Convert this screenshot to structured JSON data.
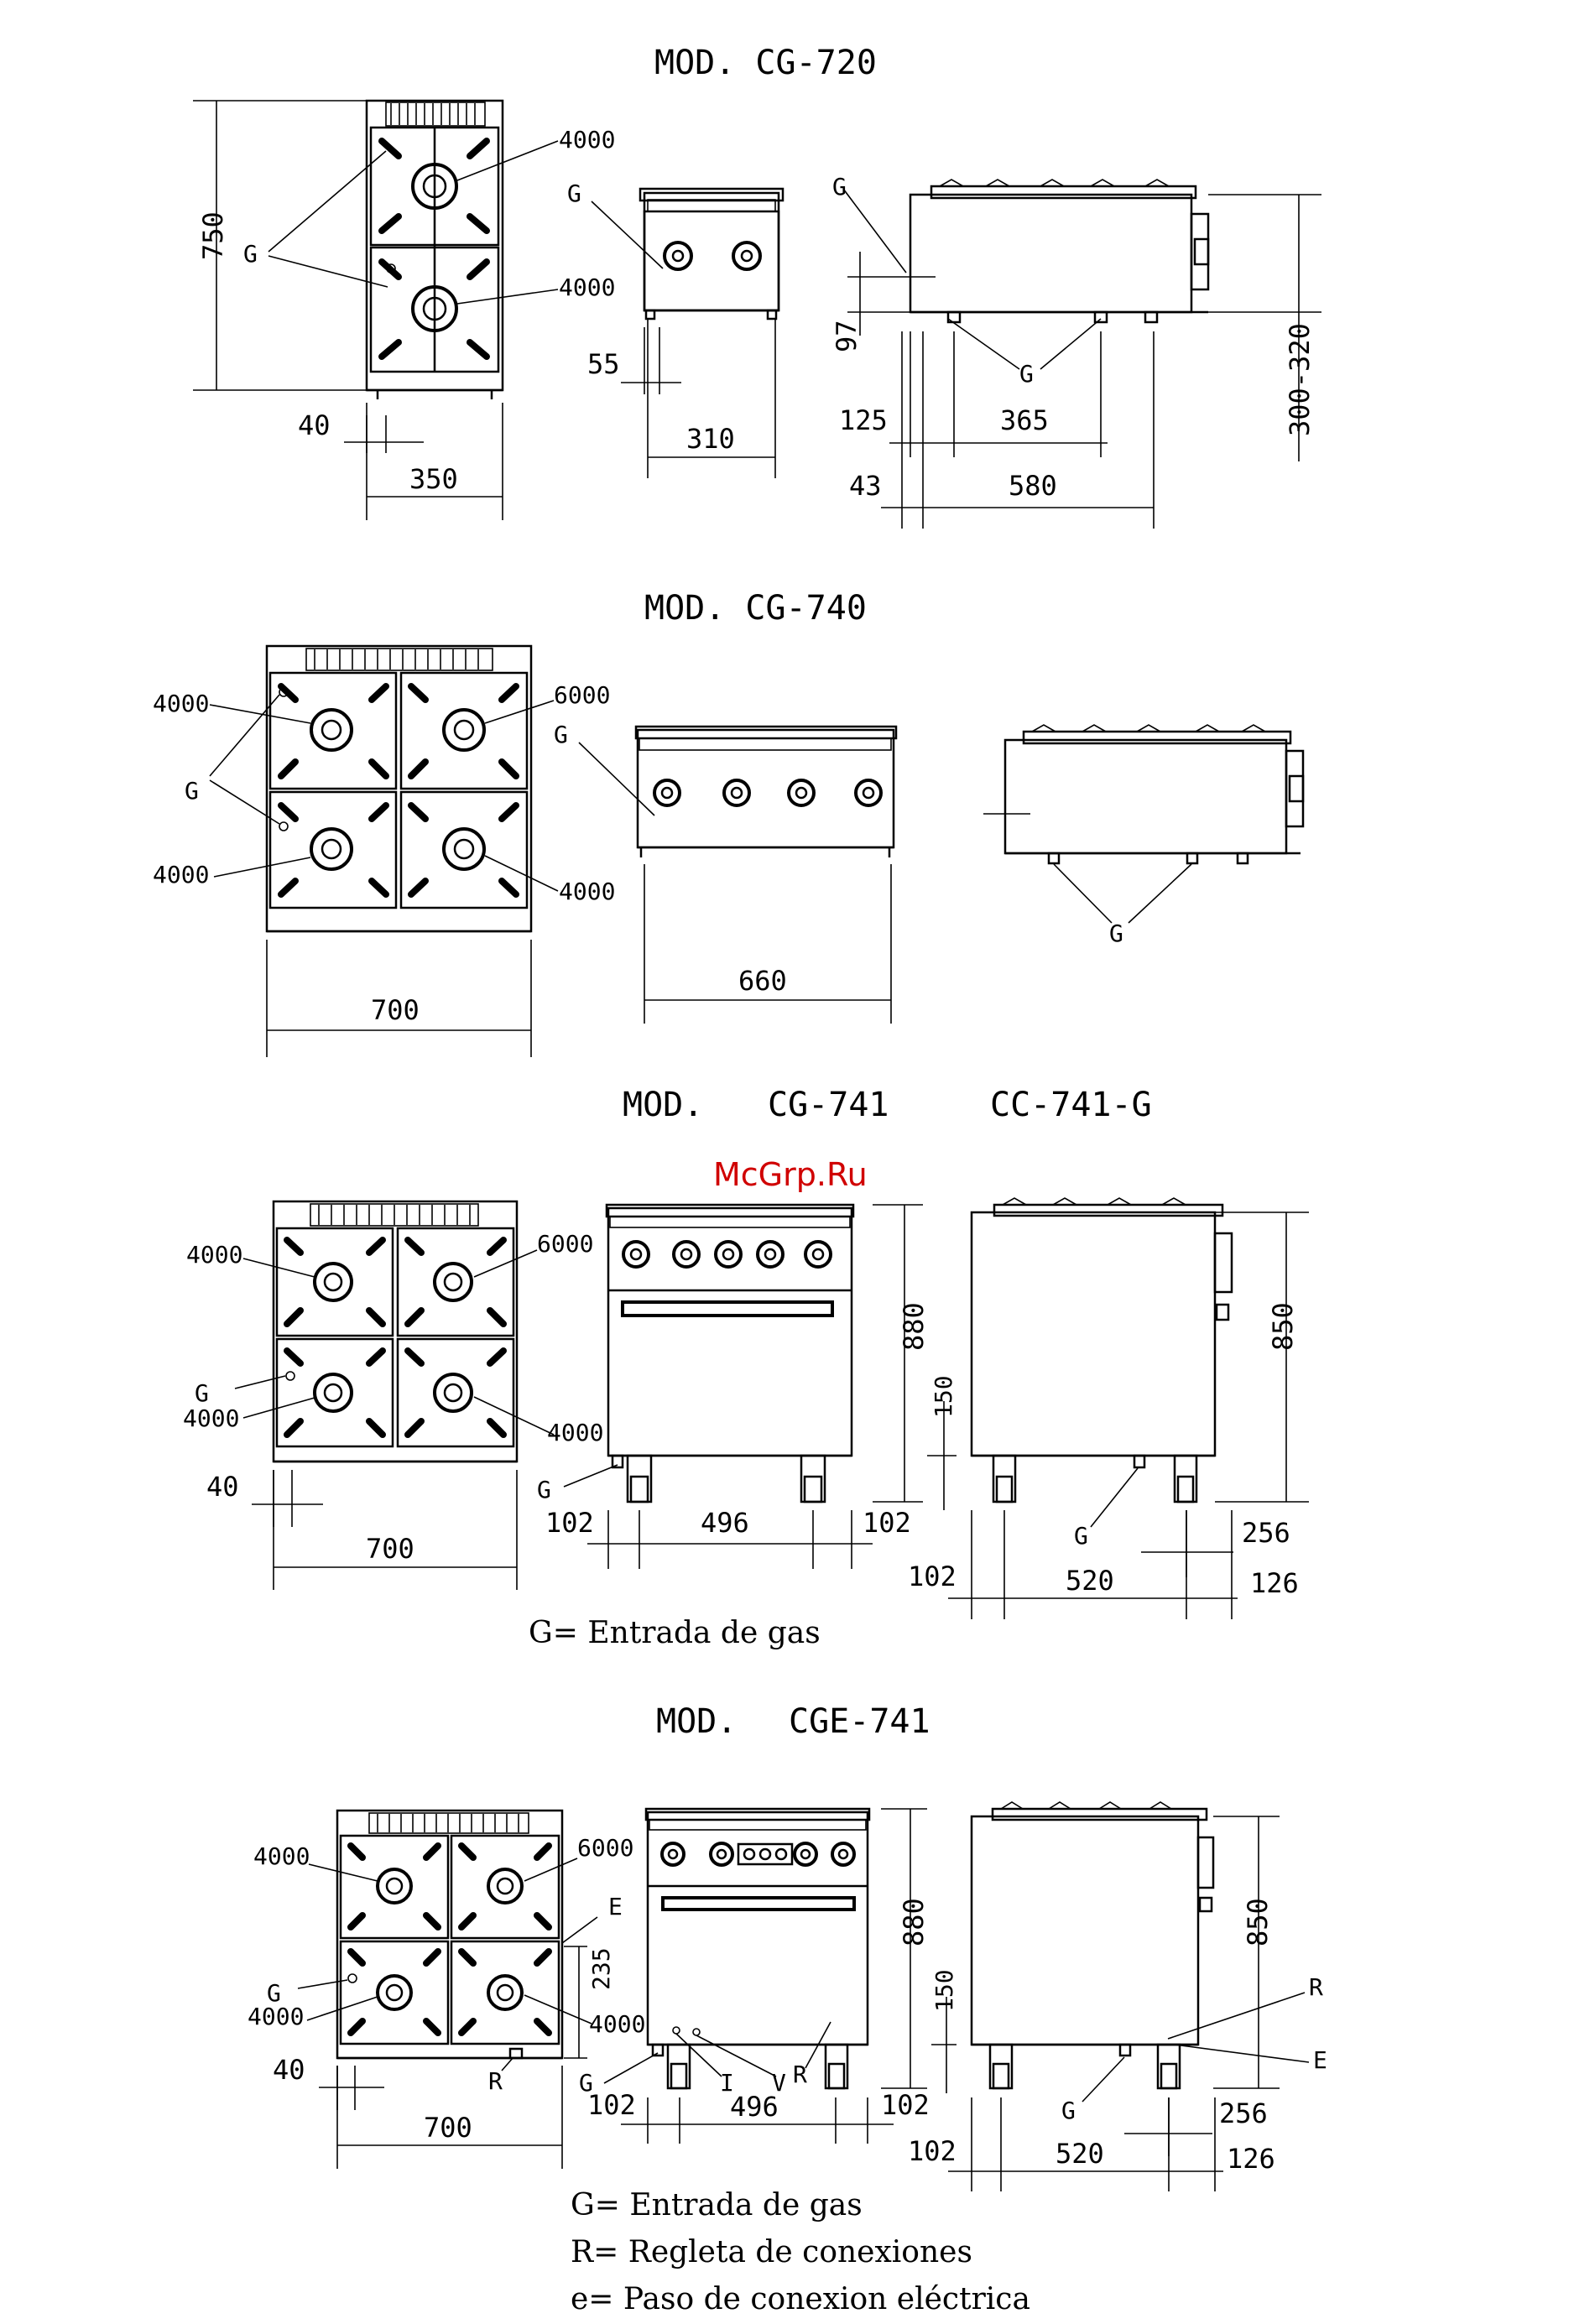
{
  "watermark": "McGrp.Ru",
  "models": {
    "cg720": {
      "title": "MOD. CG-720",
      "burner_top": "4000",
      "burner_bottom": "4000",
      "g": "G",
      "d750": "750",
      "d40": "40",
      "d350": "350",
      "d55": "55",
      "d310": "310",
      "d97": "97",
      "d125": "125",
      "d365": "365",
      "d43": "43",
      "d580": "580",
      "d300_320": "300-320"
    },
    "cg740": {
      "title": "MOD. CG-740",
      "b_tl": "4000",
      "b_tr": "6000",
      "b_bl": "4000",
      "b_br": "4000",
      "g": "G",
      "d700": "700",
      "d660": "660"
    },
    "cg741": {
      "mod": "MOD.",
      "name1": "CG-741",
      "name2": "CC-741-G",
      "b_tl": "4000",
      "b_tr": "6000",
      "b_bl": "4000",
      "b_br": "4000",
      "g": "G",
      "d40": "40",
      "d700": "700",
      "d102a": "102",
      "d496": "496",
      "d102b": "102",
      "d880": "880",
      "d150": "150",
      "d850": "850",
      "d256": "256",
      "d102c": "102",
      "d520": "520",
      "d126": "126"
    },
    "cge741": {
      "mod": "MOD.",
      "name": "CGE-741",
      "b_tl": "4000",
      "b_tr": "6000",
      "b_bl": "4000",
      "b_br": "4000",
      "g": "G",
      "e": "E",
      "r": "R",
      "i": "I",
      "v": "V",
      "d235": "235",
      "d40": "40",
      "d700": "700",
      "d102a": "102",
      "d496": "496",
      "d102b": "102",
      "d880": "880",
      "d150": "150",
      "d850": "850",
      "d256": "256",
      "d102c": "102",
      "d520": "520",
      "d126": "126"
    }
  },
  "legend": {
    "gas_mid": "G= Entrada de gas",
    "gas": "G= Entrada de gas",
    "regleta": "R= Regleta de conexiones",
    "paso": "e= Paso de conexion eléctrica"
  }
}
